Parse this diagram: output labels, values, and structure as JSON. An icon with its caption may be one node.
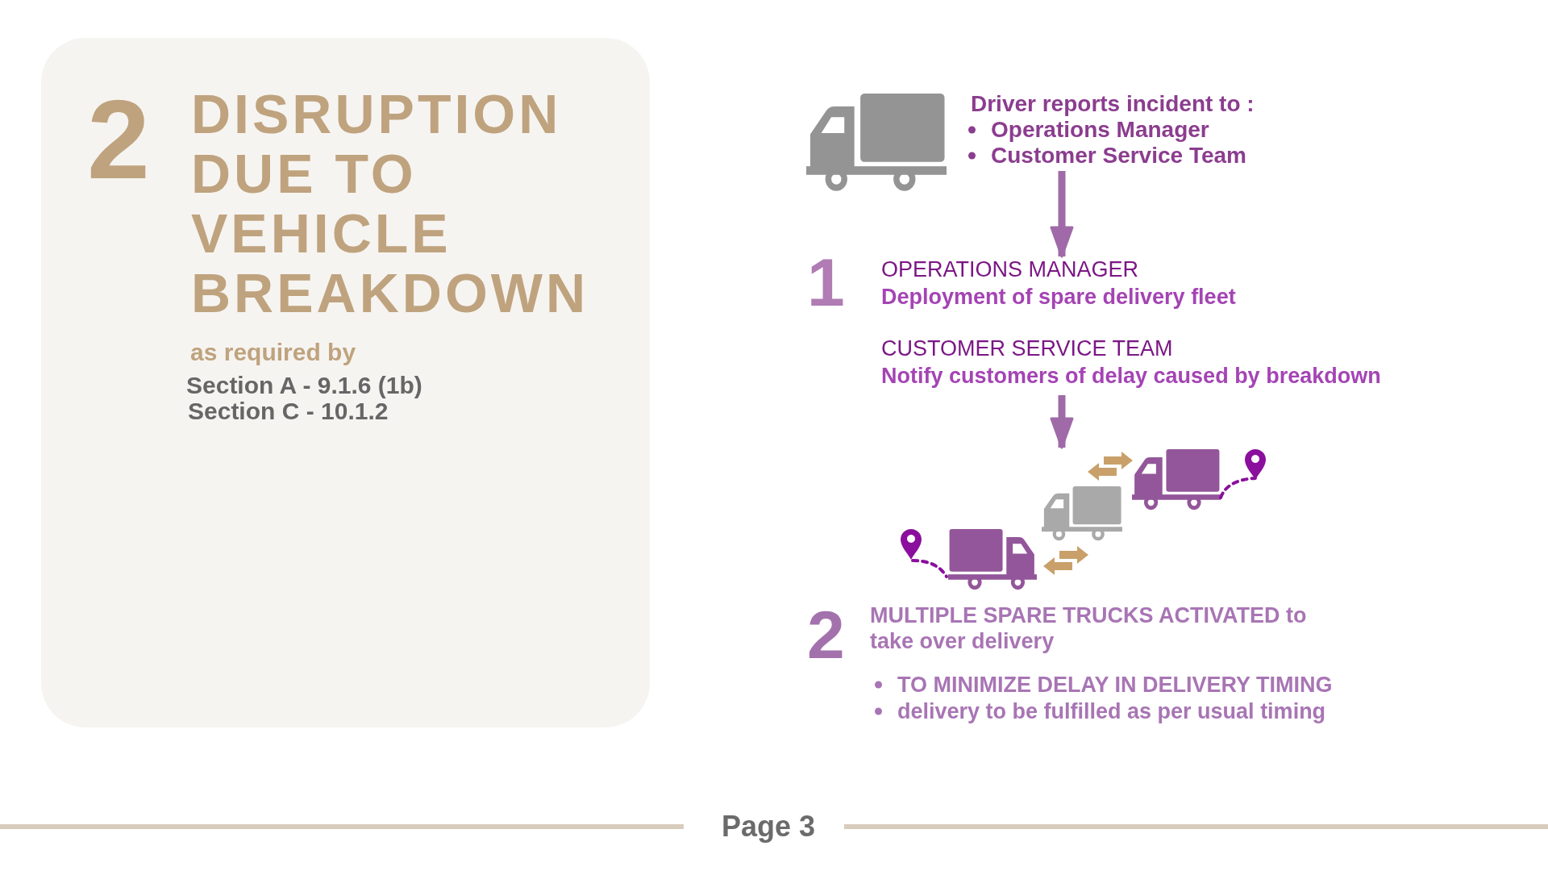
{
  "diagram": {
    "nodes": [
      {
        "text": [
          "2",
          "DISRUPTION DUE TO VEHICLE BREAKDOWN",
          "as required by",
          "Section A - 9.1.6 (1b)",
          "Section C - 10.1.2"
        ]
      },
      {
        "text": [
          "Driver reports incident to :",
          "Operations Manager",
          "Customer Service Team"
        ]
      },
      {
        "text": [
          "1",
          "OPERATIONS MANAGER",
          "Deployment of spare delivery fleet",
          "CUSTOMER SERVICE TEAM",
          "Notify customers of delay caused by breakdown"
        ]
      },
      {
        "text": [],
        "shape": "picture"
      },
      {
        "text": [
          "2",
          "MULTIPLE SPARE TRUCKS ACTIVATED to take over delivery",
          "TO MINIMIZE DELAY IN DELIVERY TIMING",
          "delivery to be fulfilled as per usual timing"
        ]
      }
    ],
    "edges": [
      {
        "from": 1,
        "to": 2,
        "arrow": "to"
      },
      {
        "from": 2,
        "to": 3,
        "arrow": "to"
      }
    ],
    "labels": [
      "Page 3"
    ]
  }
}
